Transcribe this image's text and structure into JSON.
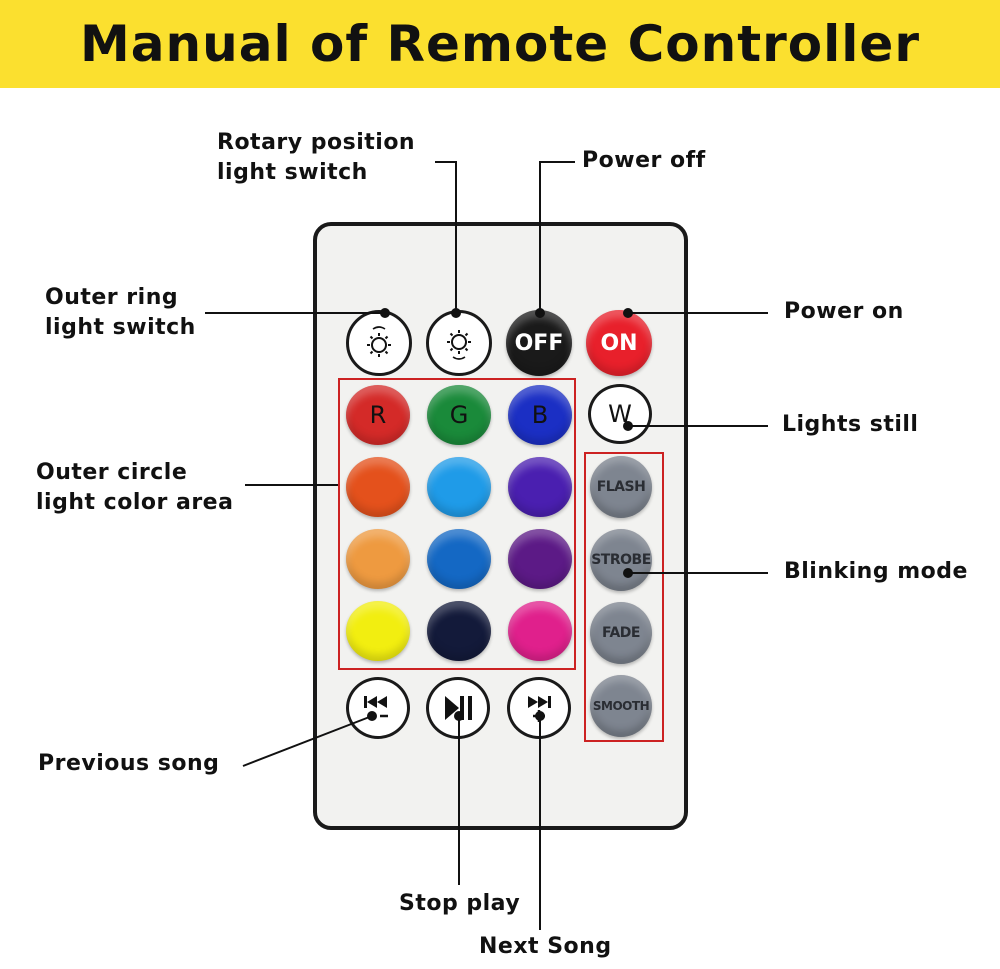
{
  "title": "Manual of Remote Controller",
  "labels": {
    "rotary": [
      "Rotary position",
      "light switch"
    ],
    "power_off": "Power off",
    "outer_ring": [
      "Outer ring",
      "light switch"
    ],
    "power_on": "Power on",
    "lights_still": "Lights still",
    "outer_circle": [
      "Outer circle",
      "light color area"
    ],
    "blinking": "Blinking mode",
    "previous_song": "Previous song",
    "stop_play": "Stop play",
    "next_song": "Next Song"
  },
  "buttons": {
    "off": "OFF",
    "on": "ON",
    "r": "R",
    "g": "G",
    "b": "B",
    "w": "W",
    "flash": "FLASH",
    "strobe": "STROBE",
    "fade": "FADE",
    "smooth": "SMOOTH"
  },
  "colors": {
    "banner": "#fbe02f",
    "off_button": "#1a1a1a",
    "on_button": "#e8202b",
    "red": "#d42a28",
    "green": "#1a8a3a",
    "blue": "#1b2fc4",
    "orange_red": "#e4511c",
    "sky_blue": "#1f9be8",
    "indigo": "#4a1fb0",
    "orange": "#ee9a40",
    "ocean_blue": "#1468c4",
    "purple": "#5c1a86",
    "yellow": "#f2ee10",
    "navy": "#131a3a",
    "magenta": "#e0208c",
    "mode_grey": "#7e8590",
    "highlight_box": "#cc2222"
  }
}
